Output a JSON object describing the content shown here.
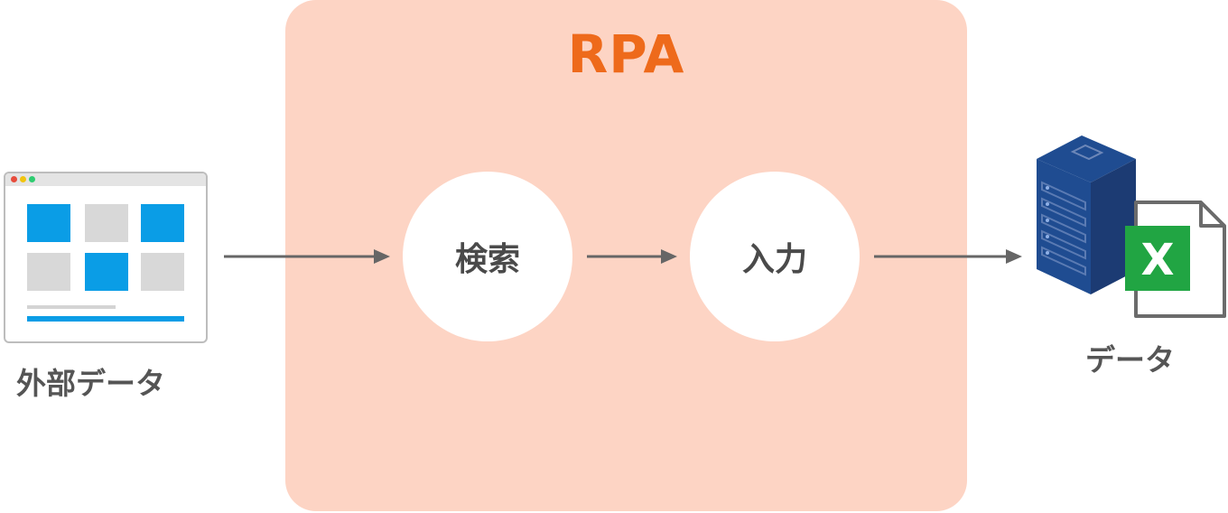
{
  "colors": {
    "rpa_box": "#fdd4c4",
    "rpa_title": "#ee6a1b",
    "tile_blue": "#0a9de6",
    "tile_gray": "#d8d8d8",
    "arrow": "#666666",
    "server_dark": "#1c3b73",
    "server_front": "#1f4c91",
    "excel_green": "#21a543",
    "dot_red": "#e74c3c",
    "dot_yellow": "#f1c40f",
    "dot_green": "#2ecc71"
  },
  "rpa": {
    "title": "RPA",
    "steps": [
      {
        "label": "検索"
      },
      {
        "label": "入力"
      }
    ]
  },
  "source": {
    "label": "外部データ",
    "icon": "browser-window-icon",
    "tiles": [
      "blue",
      "gray",
      "blue",
      "gray",
      "blue",
      "gray"
    ]
  },
  "destination": {
    "label": "データ",
    "icons": [
      "server-icon",
      "excel-file-icon"
    ],
    "excel_letter": "X"
  }
}
